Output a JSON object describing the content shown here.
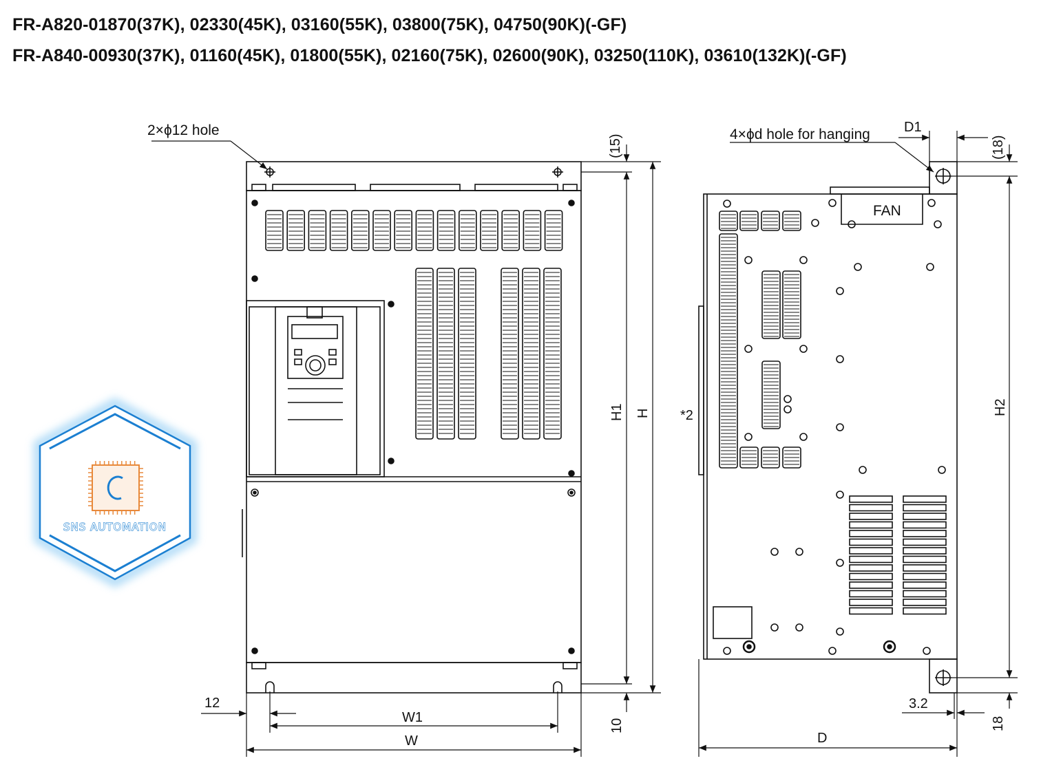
{
  "header": {
    "title_line1": "FR-A820-01870(37K), 02330(45K), 03160(55K), 03800(75K), 04750(90K)(-GF)",
    "title_line2": "FR-A840-00930(37K), 01160(45K), 01800(55K), 02160(75K), 02600(90K), 03250(110K), 03610(132K)(-GF)"
  },
  "front_view": {
    "hole_label": "2×ϕ12 hole",
    "dim_top_offset": "(15)",
    "dim_h1": "H1",
    "dim_h": "H",
    "dim_side_margin": "12",
    "dim_w1": "W1",
    "dim_w": "W",
    "dim_bottom_offset": "10"
  },
  "side_view": {
    "hanging_label": "4×ϕd hole for hanging",
    "dim_d1": "D1",
    "dim_top_offset": "(18)",
    "fan_label": "FAN",
    "note_mark": "*2",
    "dim_h2": "H2",
    "dim_thickness": "3.2",
    "dim_d": "D",
    "dim_bottom_offset": "18"
  },
  "watermark": {
    "brand_text": "SNS AUTOMATION",
    "colors": {
      "frame": "#1b7fd1",
      "glow": "#9fd3f5",
      "chip": "#e8893a"
    }
  }
}
